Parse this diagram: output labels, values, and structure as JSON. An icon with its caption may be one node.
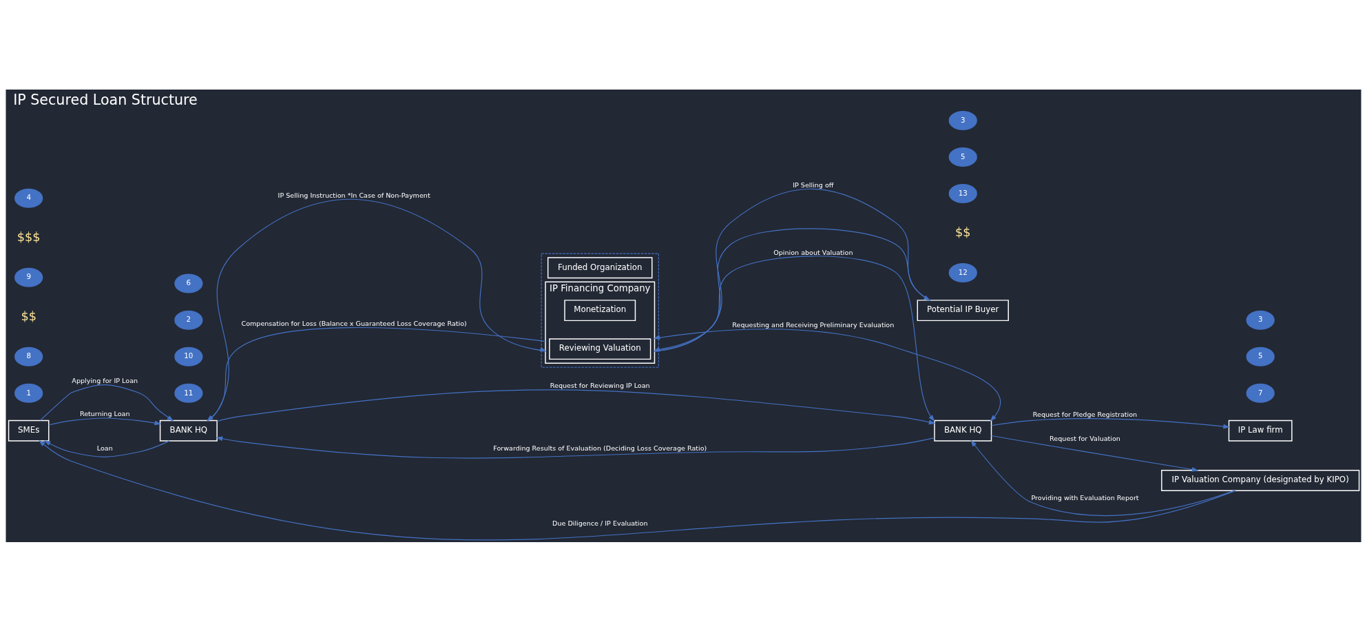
{
  "diagram": {
    "title": "IP Secured Loan Structure",
    "nodes": [
      {
        "text": [],
        "shape": "box"
      },
      {
        "text": [
          "Funded Organization"
        ],
        "in": 0
      },
      {
        "text": [
          "IP Financing Company"
        ],
        "in": 0
      },
      {
        "text": [
          "Reviewing Valuation"
        ],
        "in": 2
      },
      {
        "text": [
          "Monetization"
        ],
        "in": 2
      },
      {
        "text": [
          "Potential IP Buyer"
        ]
      },
      {
        "text": [
          "SMEs"
        ]
      },
      {
        "text": [
          "BANK HQ"
        ]
      },
      {
        "text": [
          "BANK HQ"
        ]
      },
      {
        "text": [
          "IP Law firm"
        ]
      },
      {
        "text": [
          "IP Valuation Company (designated by KIPO)"
        ]
      }
    ],
    "edges": [
      {
        "from": 6,
        "to": 7,
        "arrow": "to",
        "label": "Applying for IP Loan"
      },
      {
        "from": 7,
        "to": 6,
        "arrow": "to",
        "label": "Loan"
      },
      {
        "from": 6,
        "to": 7,
        "arrow": "to",
        "label": "Returning Loan"
      },
      {
        "from": 7,
        "to": 8,
        "arrow": "to",
        "label": "Request for Reviewing IP Loan"
      },
      {
        "from": 8,
        "to": 7,
        "arrow": "to",
        "label": "Forwarding Results of Evaluation (Deciding Loss Coverage Ratio)"
      },
      {
        "from": 7,
        "to": 2,
        "arrow": "to",
        "label": "IP Selling Instruction *In Case of Non-Payment"
      },
      {
        "from": 2,
        "to": 7,
        "arrow": "to",
        "label": "Compensation for Loss (Balance x Guaranteed Loss Coverage Ratio)"
      },
      {
        "from": 2,
        "to": 8,
        "arrow": "to",
        "label": "Opinion about Valuation"
      },
      {
        "from": 8,
        "to": 2,
        "arrow": "both",
        "label": "Requesting and Receiving Preliminary Evaluation"
      },
      {
        "from": 2,
        "to": 5,
        "arrow": "to",
        "label": "IP Selling off"
      },
      {
        "from": 5,
        "to": 2,
        "arrow": "to"
      },
      {
        "from": 8,
        "to": 9,
        "arrow": "to",
        "label": "Request for Pledge Registration"
      },
      {
        "from": 8,
        "to": 10,
        "arrow": "to",
        "label": "Request for Valuation"
      },
      {
        "from": 10,
        "to": 8,
        "arrow": "to",
        "label": "Providing with Evaluation Report"
      },
      {
        "from": 10,
        "to": 6,
        "arrow": "to",
        "label": "Due Diligence / IP Evaluation"
      }
    ],
    "labels": [
      "11",
      "10",
      "12",
      "$$",
      "13",
      "5",
      "3",
      "1",
      "2",
      "8",
      "$$",
      "6",
      "7",
      "9",
      "$$$",
      "5",
      "3",
      "4"
    ]
  }
}
